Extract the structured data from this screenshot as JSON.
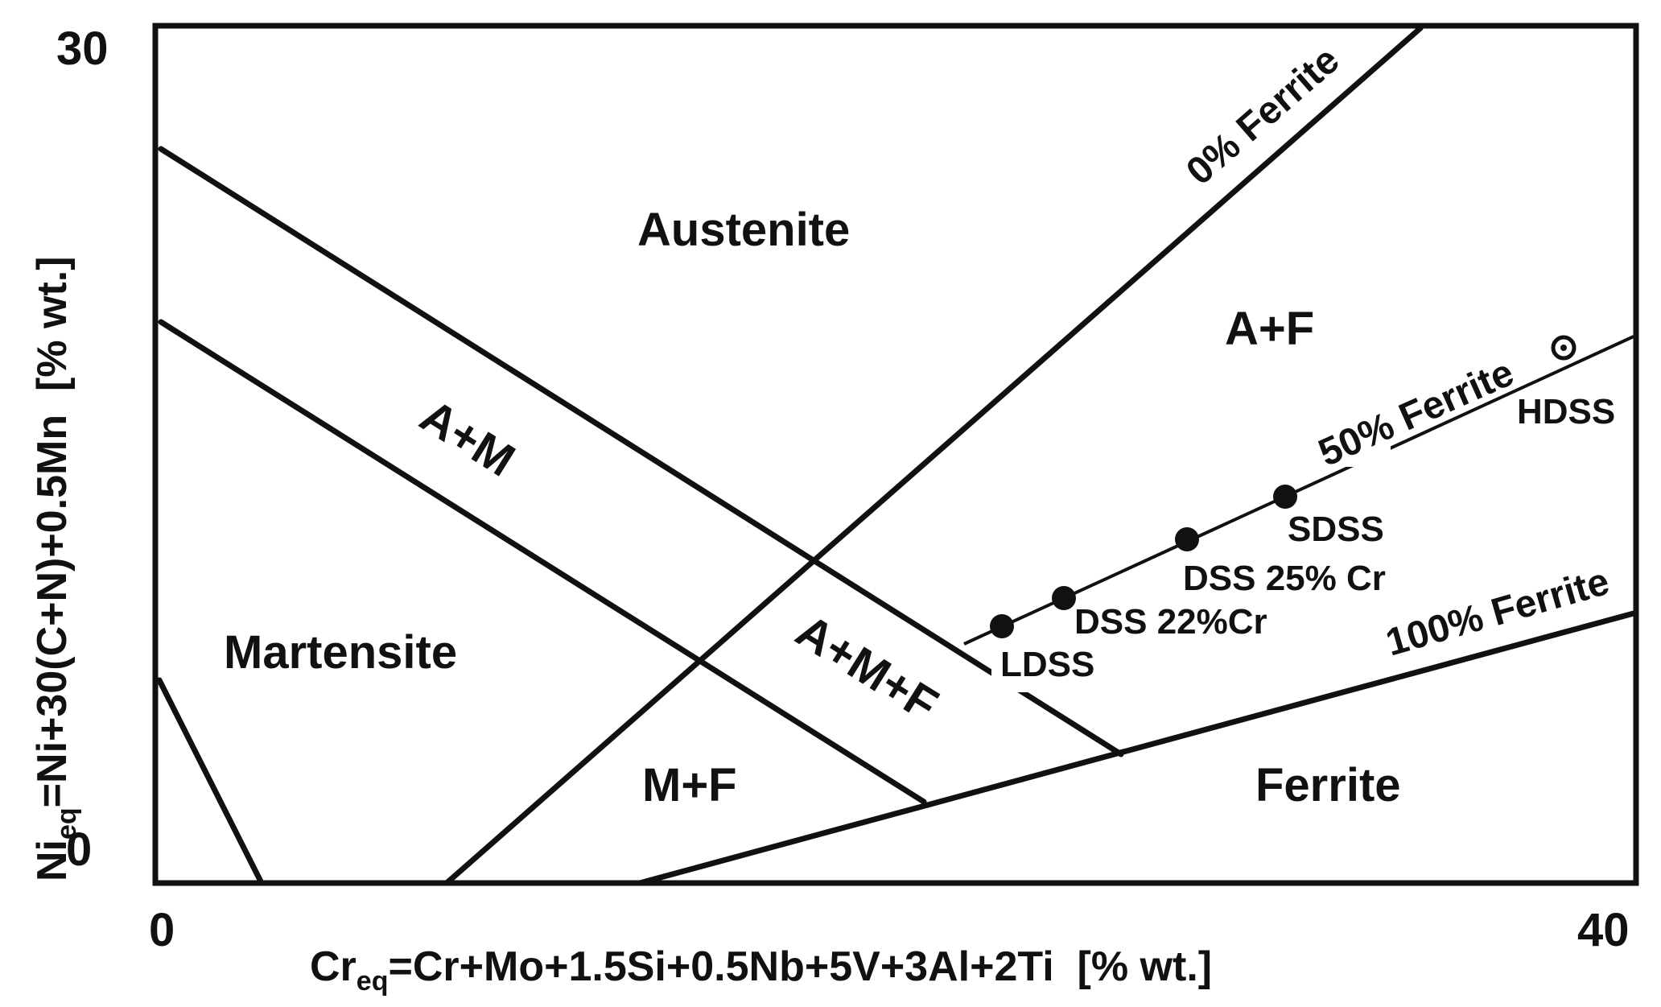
{
  "axes": {
    "x": {
      "main": "Cr",
      "subscript": "eq",
      "rest": "=Cr+Mo+1.5Si+0.5Nb+5V+3Al+2Ti  [% wt.]",
      "tick_min": "0",
      "tick_max": "40",
      "range": [
        0,
        40
      ]
    },
    "y": {
      "main": "Ni",
      "subscript": "eq",
      "rest": "=Ni+30(C+N)+0.5Mn  [% wt.]",
      "tick_min": "0",
      "tick_max": "30",
      "range": [
        0,
        30
      ]
    }
  },
  "regions": {
    "austenite": "Austenite",
    "a_plus_f": "A+F",
    "a_plus_m": "A+M",
    "martensite": "Martensite",
    "a_plus_m_plus_f": "A+M+F",
    "m_plus_f": "M+F",
    "ferrite": "Ferrite"
  },
  "lines": {
    "zero_ferrite": "0% Ferrite",
    "fifty_ferrite": "50% Ferrite",
    "hundred_ferrite": "100% Ferrite"
  },
  "alloys": [
    {
      "label": "LDSS",
      "marker": "filled"
    },
    {
      "label": "DSS 22%Cr",
      "marker": "filled"
    },
    {
      "label": "DSS 25% Cr",
      "marker": "filled"
    },
    {
      "label": "SDSS",
      "marker": "filled"
    },
    {
      "label": "HDSS",
      "marker": "open-dot"
    }
  ],
  "colors": {
    "ink": "#111111",
    "background": "#ffffff"
  }
}
